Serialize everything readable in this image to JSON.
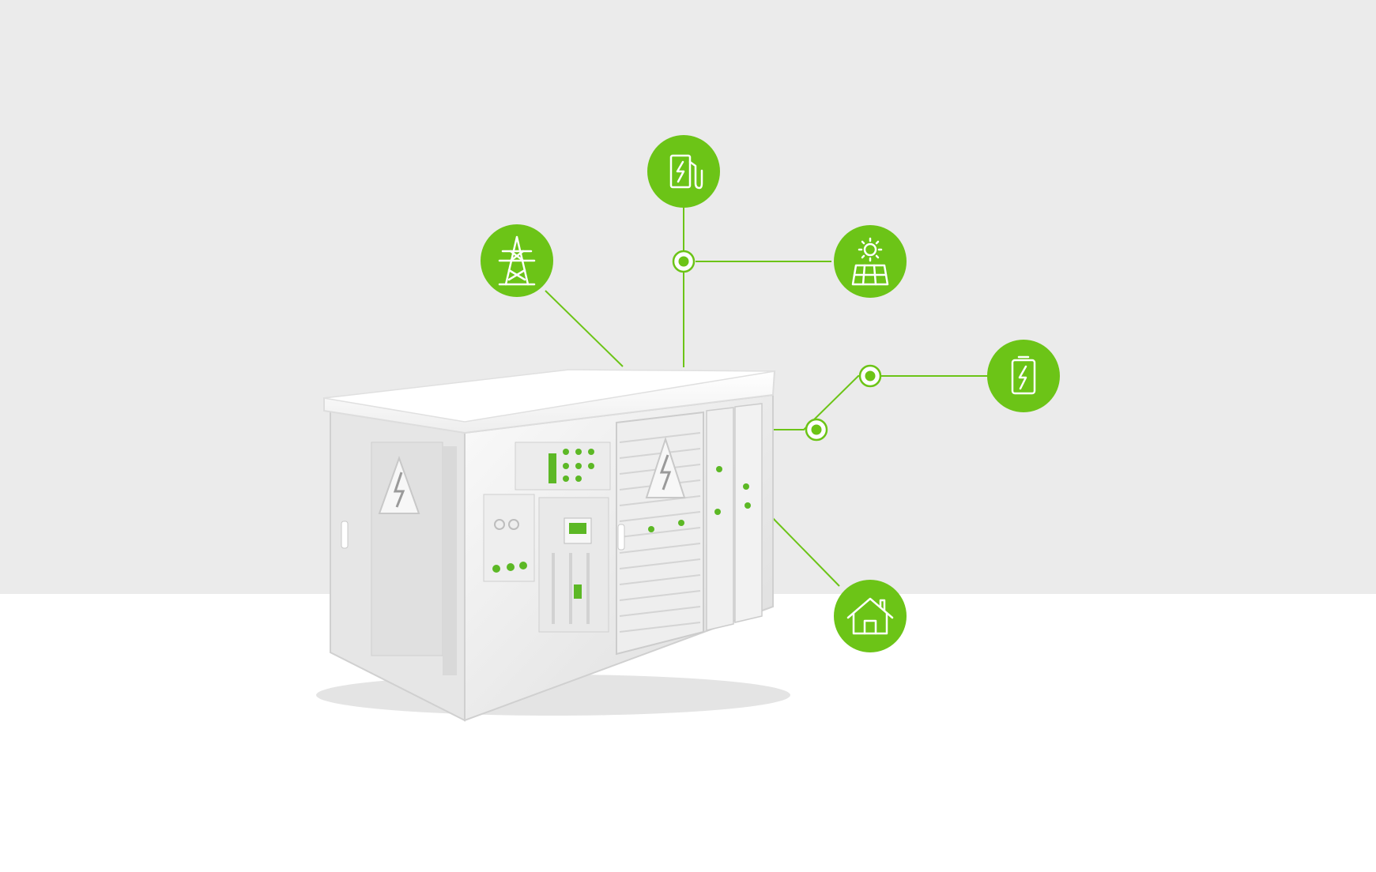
{
  "colors": {
    "background_top": "#ebebeb",
    "background_bottom": "#ffffff",
    "accent_green": "#6cc417",
    "icon_line": "#ffffff",
    "substation_body": "#f2f2f2",
    "substation_edge": "#d6d6d6",
    "component_green": "#5cb825"
  },
  "nodes": [
    {
      "id": "ev-charging",
      "icon": "ev-charging-station-icon"
    },
    {
      "id": "power-grid",
      "icon": "transmission-tower-icon"
    },
    {
      "id": "solar",
      "icon": "solar-panel-icon"
    },
    {
      "id": "battery-storage",
      "icon": "battery-icon"
    },
    {
      "id": "home",
      "icon": "house-icon"
    }
  ],
  "connectors": [
    {
      "from": "substation",
      "to": "power-grid"
    },
    {
      "from": "substation",
      "to": "ev-charging"
    },
    {
      "from": "ev-charging-junction",
      "to": "solar"
    },
    {
      "from": "substation",
      "to": "battery-storage"
    },
    {
      "from": "substation",
      "to": "home"
    }
  ],
  "device": {
    "name": "compact-substation",
    "icons": [
      "high-voltage-warning-icon",
      "high-voltage-warning-icon"
    ]
  }
}
